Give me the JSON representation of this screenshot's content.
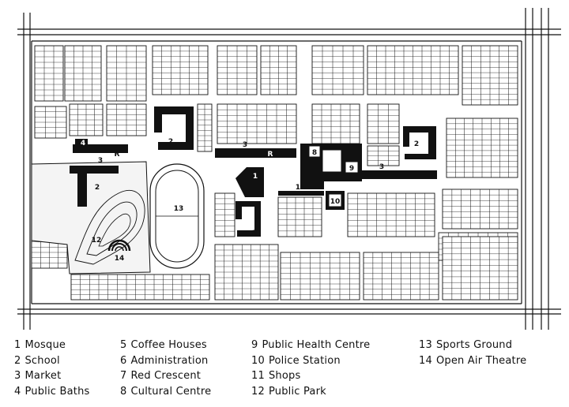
{
  "legend": [
    {
      "num": "1",
      "label": "Mosque"
    },
    {
      "num": "2",
      "label": "School"
    },
    {
      "num": "3",
      "label": "Market"
    },
    {
      "num": "4",
      "label": "Public Baths"
    },
    {
      "num": "5",
      "label": "Coffee Houses"
    },
    {
      "num": "6",
      "label": "Administration"
    },
    {
      "num": "7",
      "label": "Red Crescent"
    },
    {
      "num": "8",
      "label": "Cultural Centre"
    },
    {
      "num": "9",
      "label": "Public Health Centre"
    },
    {
      "num": "10",
      "label": "Police Station"
    },
    {
      "num": "11",
      "label": "Shops"
    },
    {
      "num": "12",
      "label": "Public Park"
    },
    {
      "num": "13",
      "label": "Sports Ground"
    },
    {
      "num": "14",
      "label": "Open Air Theatre"
    }
  ],
  "map_labels": {
    "mosque": "1",
    "school_a": "2",
    "school_b": "2",
    "school_c": "2",
    "school_d": "2",
    "market_a": "3",
    "market_b": "3",
    "market_c": "3",
    "baths": "4",
    "red_crescent_a": "R",
    "red_crescent_b": "R",
    "cultural": "8",
    "health": "9",
    "police": "10",
    "shops": "11",
    "park": "12",
    "sports": "13",
    "theatre": "14"
  },
  "colors": {
    "ink": "#111111",
    "paper": "#ffffff",
    "park": "#f4f4f4"
  }
}
